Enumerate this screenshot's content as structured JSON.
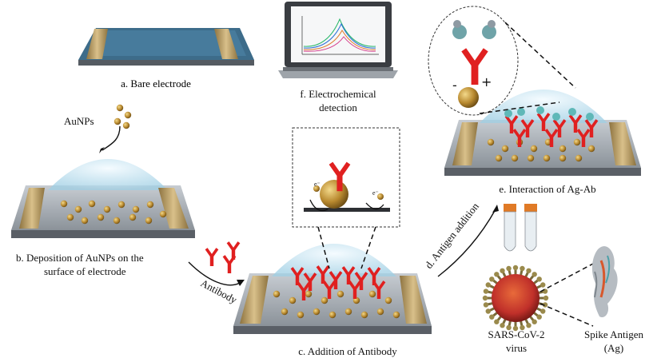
{
  "labels": {
    "step_a": "a. Bare electrode",
    "step_b_line1": "b. Deposition of AuNPs on the",
    "step_b_line2": "surface of electrode",
    "step_c": "c. Addition of Antibody",
    "step_d": "d. Antigen addition",
    "step_e": "e. Interaction of Ag-Ab",
    "step_f_line1": "f. Electrochemical",
    "step_f_line2": "detection",
    "aunps": "AuNPs",
    "antibody": "Antibody",
    "virus_line1": "SARS-CoV-2",
    "virus_line2": "virus",
    "spike_line1": "Spike Antigen",
    "spike_line2": "(Ag)",
    "electron": "e⁻",
    "minus": "-",
    "plus": "+"
  },
  "colors": {
    "gold_electrode": "#b89a55",
    "gold_particle": "#b8892f",
    "antibody_red": "#e02020",
    "antigen_teal": "#5fb8b8",
    "dome_blue": "#cfe8f2",
    "glass_base": "#5a5f66",
    "virus_red": "#d0342c"
  }
}
